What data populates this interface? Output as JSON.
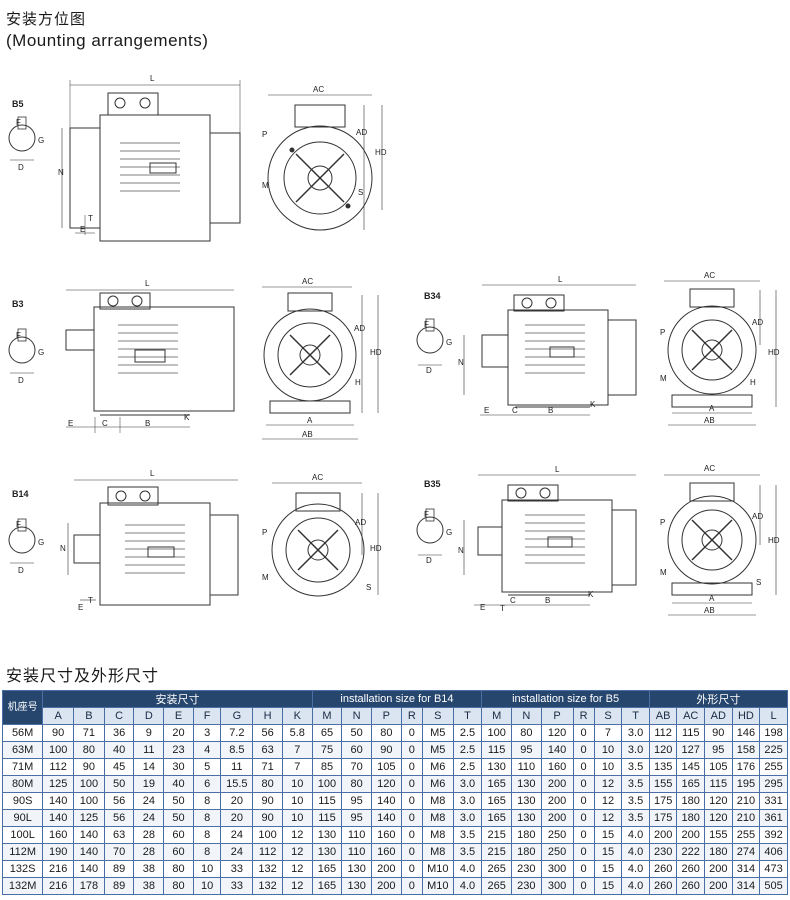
{
  "header": {
    "title_cn": "安装方位图",
    "title_en": "(Mounting arrangements)"
  },
  "drawings": {
    "b5": {
      "tag": "B5",
      "labels": [
        "L",
        "AC",
        "AD",
        "HD",
        "P",
        "M",
        "S",
        "N",
        "T",
        "E",
        "F",
        "G",
        "D"
      ]
    },
    "b3": {
      "tag": "B3",
      "labels": [
        "L",
        "AC",
        "AD",
        "HD",
        "H",
        "A",
        "AB",
        "E",
        "C",
        "B",
        "K",
        "F",
        "G",
        "D"
      ]
    },
    "b34": {
      "tag": "B34",
      "labels": [
        "L",
        "AC",
        "AD",
        "HD",
        "H",
        "P",
        "M",
        "A",
        "AB",
        "N",
        "E",
        "C",
        "B",
        "K",
        "F",
        "G",
        "D"
      ]
    },
    "b14": {
      "tag": "B14",
      "labels": [
        "L",
        "AC",
        "AD",
        "HD",
        "P",
        "M",
        "S",
        "N",
        "T",
        "E",
        "F",
        "G",
        "D"
      ]
    },
    "b35": {
      "tag": "B35",
      "labels": [
        "L",
        "AC",
        "AD",
        "HD",
        "P",
        "M",
        "S",
        "A",
        "AB",
        "N",
        "E",
        "C",
        "B",
        "K",
        "T",
        "F",
        "G",
        "D"
      ]
    }
  },
  "table": {
    "section_title": "安装尺寸及外形尺寸",
    "group_headers": {
      "frame": "机座号",
      "install": "安装尺寸",
      "b14": "installation size for B14",
      "b5": "installation size for B5",
      "outline": "外形尺寸"
    },
    "sub_headers": {
      "install": [
        "A",
        "B",
        "C",
        "D",
        "E",
        "F",
        "G",
        "H",
        "K"
      ],
      "b14": [
        "M",
        "N",
        "P",
        "R",
        "S",
        "T"
      ],
      "b5": [
        "M",
        "N",
        "P",
        "R",
        "S",
        "T"
      ],
      "outline": [
        "AB",
        "AC",
        "AD",
        "HD",
        "L"
      ]
    },
    "rows": [
      [
        "56M",
        "90",
        "71",
        "36",
        "9",
        "20",
        "3",
        "7.2",
        "56",
        "5.8",
        "65",
        "50",
        "80",
        "0",
        "M5",
        "2.5",
        "100",
        "80",
        "120",
        "0",
        "7",
        "3.0",
        "112",
        "115",
        "90",
        "146",
        "198"
      ],
      [
        "63M",
        "100",
        "80",
        "40",
        "11",
        "23",
        "4",
        "8.5",
        "63",
        "7",
        "75",
        "60",
        "90",
        "0",
        "M5",
        "2.5",
        "115",
        "95",
        "140",
        "0",
        "10",
        "3.0",
        "120",
        "127",
        "95",
        "158",
        "225"
      ],
      [
        "71M",
        "112",
        "90",
        "45",
        "14",
        "30",
        "5",
        "11",
        "71",
        "7",
        "85",
        "70",
        "105",
        "0",
        "M6",
        "2.5",
        "130",
        "110",
        "160",
        "0",
        "10",
        "3.5",
        "135",
        "145",
        "105",
        "176",
        "255"
      ],
      [
        "80M",
        "125",
        "100",
        "50",
        "19",
        "40",
        "6",
        "15.5",
        "80",
        "10",
        "100",
        "80",
        "120",
        "0",
        "M6",
        "3.0",
        "165",
        "130",
        "200",
        "0",
        "12",
        "3.5",
        "155",
        "165",
        "115",
        "195",
        "295"
      ],
      [
        "90S",
        "140",
        "100",
        "56",
        "24",
        "50",
        "8",
        "20",
        "90",
        "10",
        "115",
        "95",
        "140",
        "0",
        "M8",
        "3.0",
        "165",
        "130",
        "200",
        "0",
        "12",
        "3.5",
        "175",
        "180",
        "120",
        "210",
        "331"
      ],
      [
        "90L",
        "140",
        "125",
        "56",
        "24",
        "50",
        "8",
        "20",
        "90",
        "10",
        "115",
        "95",
        "140",
        "0",
        "M8",
        "3.0",
        "165",
        "130",
        "200",
        "0",
        "12",
        "3.5",
        "175",
        "180",
        "120",
        "210",
        "361"
      ],
      [
        "100L",
        "160",
        "140",
        "63",
        "28",
        "60",
        "8",
        "24",
        "100",
        "12",
        "130",
        "110",
        "160",
        "0",
        "M8",
        "3.5",
        "215",
        "180",
        "250",
        "0",
        "15",
        "4.0",
        "200",
        "200",
        "155",
        "255",
        "392"
      ],
      [
        "112M",
        "190",
        "140",
        "70",
        "28",
        "60",
        "8",
        "24",
        "112",
        "12",
        "130",
        "110",
        "160",
        "0",
        "M8",
        "3.5",
        "215",
        "180",
        "250",
        "0",
        "15",
        "4.0",
        "230",
        "222",
        "180",
        "274",
        "406"
      ],
      [
        "132S",
        "216",
        "140",
        "89",
        "38",
        "80",
        "10",
        "33",
        "132",
        "12",
        "165",
        "130",
        "200",
        "0",
        "M10",
        "4.0",
        "265",
        "230",
        "300",
        "0",
        "15",
        "4.0",
        "260",
        "260",
        "200",
        "314",
        "473"
      ],
      [
        "132M",
        "216",
        "178",
        "89",
        "38",
        "80",
        "10",
        "33",
        "132",
        "12",
        "165",
        "130",
        "200",
        "0",
        "M10",
        "4.0",
        "265",
        "230",
        "300",
        "0",
        "15",
        "4.0",
        "260",
        "260",
        "200",
        "314",
        "505"
      ]
    ]
  }
}
